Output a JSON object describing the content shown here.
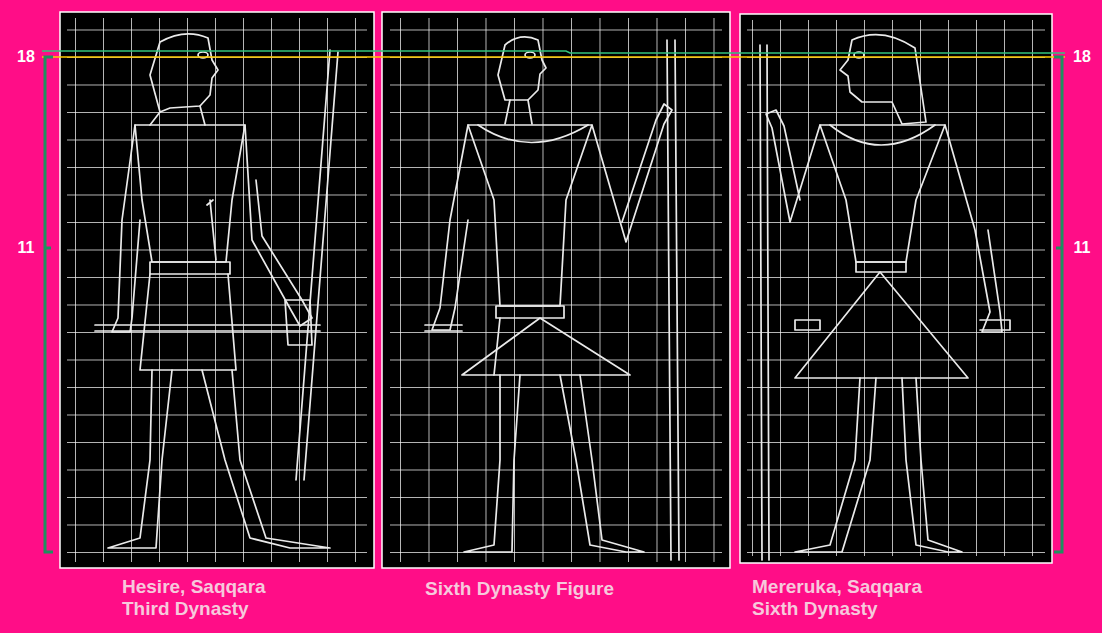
{
  "diagram": {
    "labels": [
      "18",
      "11",
      "18",
      "11",
      "Hesire, Saqqara Third Dynasty",
      "Sixth Dynasty Figure",
      "Mereruka, Saqqara Sixth Dynasty"
    ]
  }
}
